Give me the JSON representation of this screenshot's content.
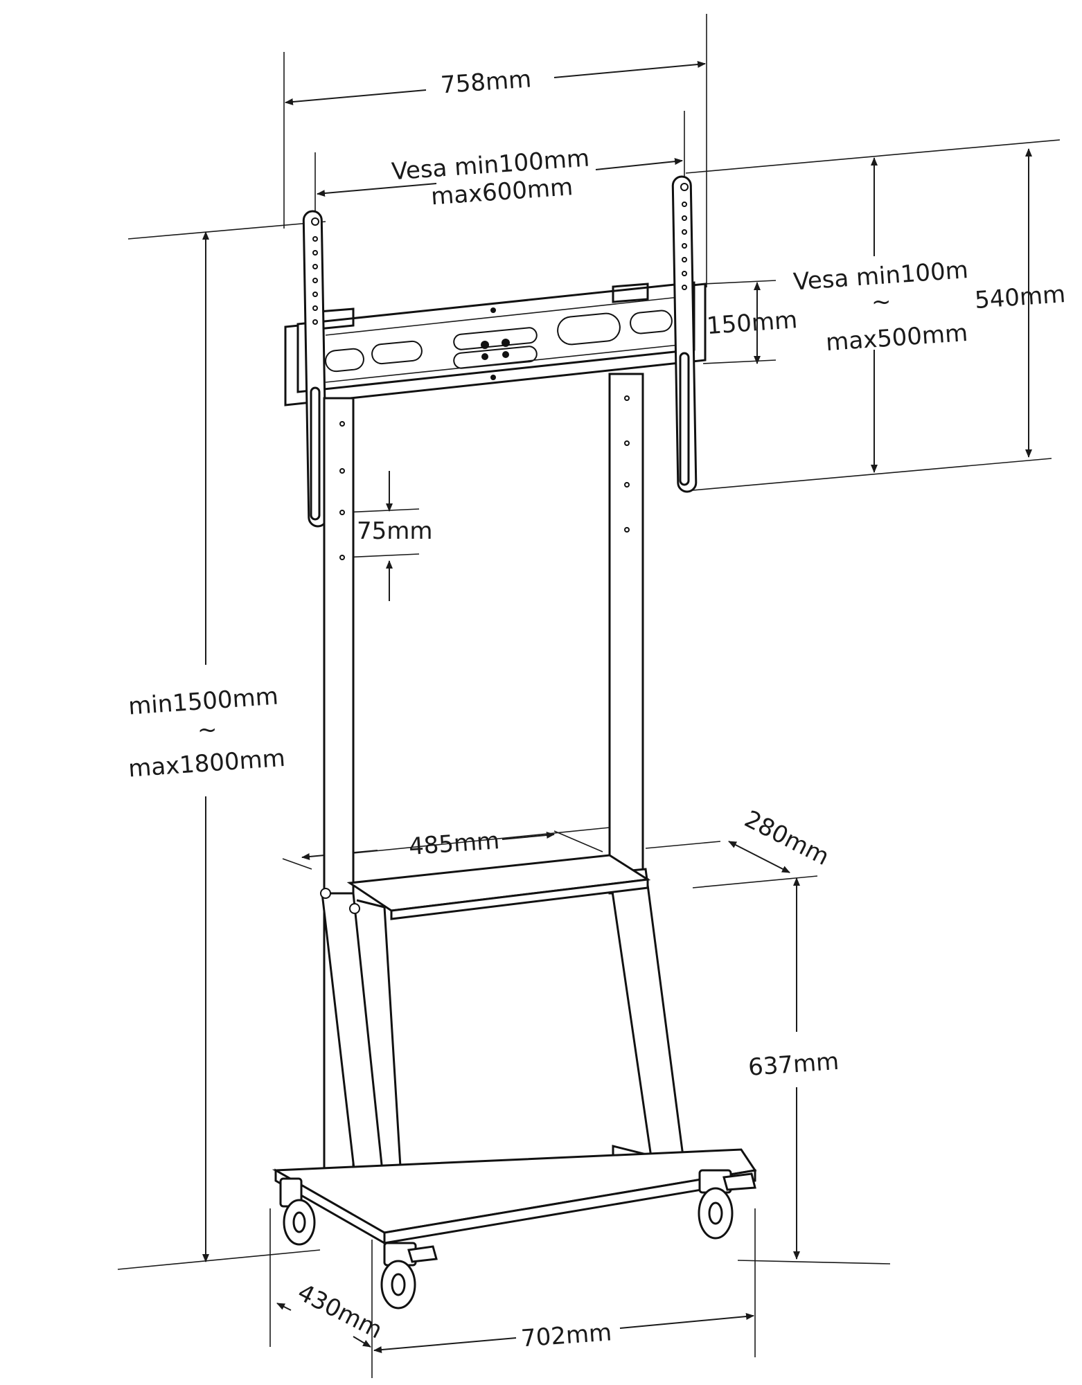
{
  "diagram": {
    "subject": "TV floor stand",
    "colors": {
      "line": "#1a1a1a",
      "background": "#ffffff"
    },
    "labels": {
      "overall_width": "758mm",
      "vesa_h_1": "Vesa min100mm",
      "vesa_h_2": "max600mm",
      "vesa_v_1": "Vesa min100m",
      "vesa_v_tilde": "~",
      "vesa_v_2": "max500mm",
      "plate_height": "540mm",
      "bracket_gap": "150mm",
      "hole_pitch": "75mm",
      "height_1": "min1500mm",
      "height_tilde": "~",
      "height_2": "max1800mm",
      "shelf_width": "485mm",
      "shelf_depth": "280mm",
      "shelf_height": "637mm",
      "base_depth": "430mm",
      "base_width": "702mm"
    }
  }
}
